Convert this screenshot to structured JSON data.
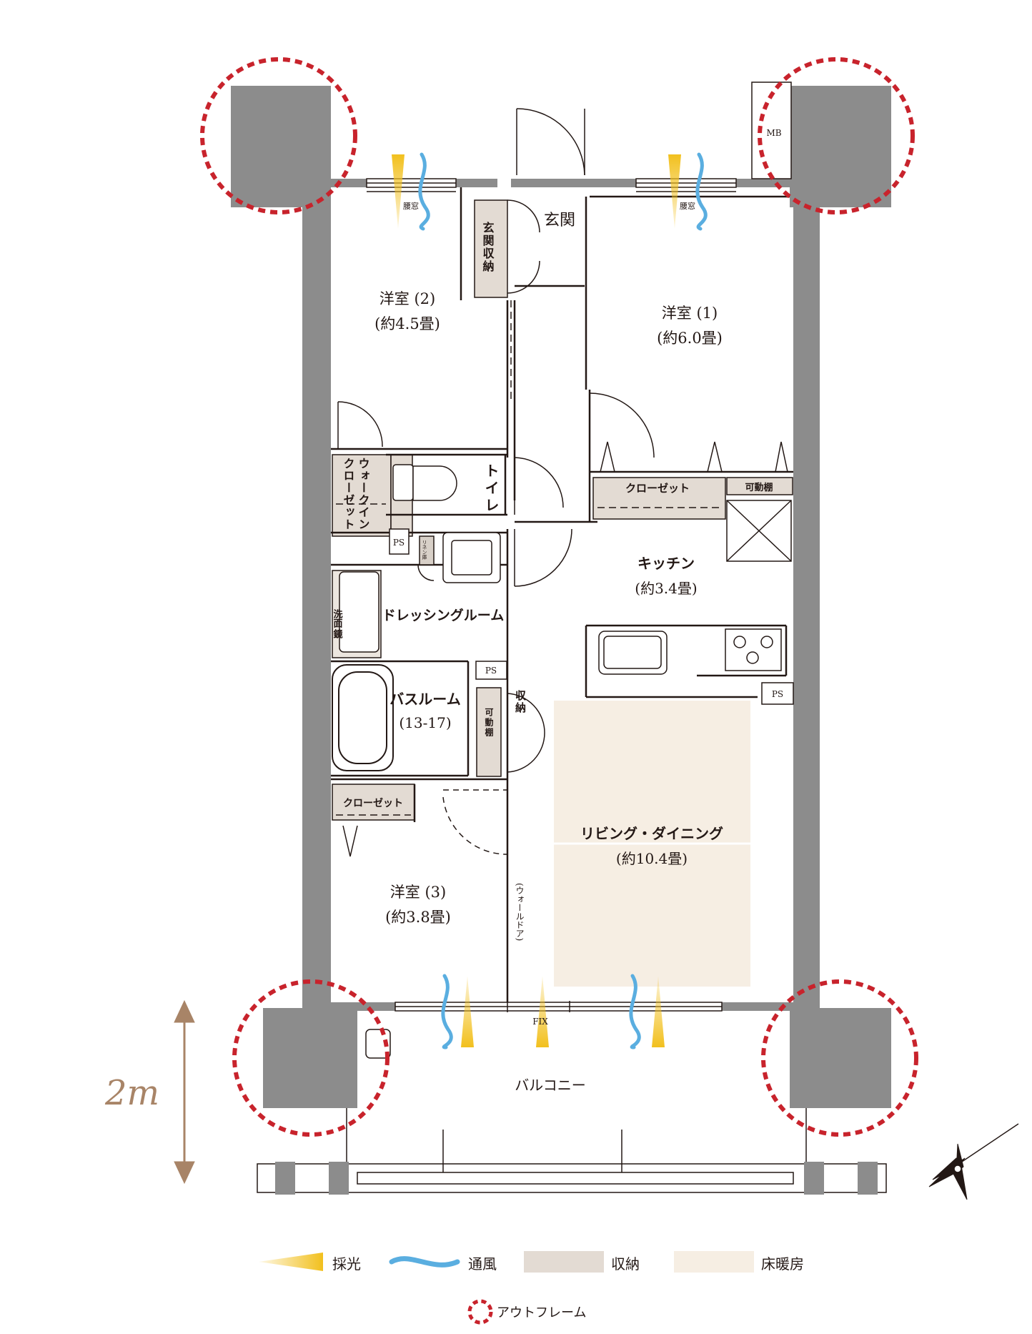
{
  "colors": {
    "wall": "#8c8c8c",
    "wall_dark": "#595757",
    "storage": "#e3dbd3",
    "floor_heating": "#f6eee3",
    "light": "#f2c01d",
    "wind": "#5aaee0",
    "outframe": "#c8232c",
    "scale": "#a88467",
    "line": "#231815"
  },
  "rooms": {
    "western2_name": "洋室 (2)",
    "western2_size": "(約4.5畳)",
    "western1_name": "洋室 (1)",
    "western1_size": "(約6.0畳)",
    "western3_name": "洋室 (3)",
    "western3_size": "(約3.8畳)",
    "entrance": "玄関",
    "entrance_storage": "玄関収納",
    "walkin_closet_a": "ウォークイン",
    "walkin_closet_b": "クローゼット",
    "toilet": "トイレ",
    "dressing": "ドレッシングルーム",
    "bathroom": "バスルーム",
    "bathroom_size": "(13-17)",
    "kitchen": "キッチン",
    "kitchen_size": "(約3.4畳)",
    "living": "リビング・ダイニング",
    "living_size": "(約10.4畳)",
    "balcony": "バルコニー",
    "closet1": "クローゼット",
    "closet3": "クローゼット",
    "movable_shelf": "可動棚",
    "movable_shelf_v": "可動棚",
    "storage_v": "収納",
    "ps": "PS",
    "mb": "MB",
    "waist_window": "腰窓",
    "fix": "FIX",
    "wall_door": "(ウォールドア)",
    "mirror": "鏡",
    "wash": "洗面",
    "linen": "リネン庫"
  },
  "scale": {
    "label": "2m"
  },
  "legend": {
    "light": "採光",
    "wind": "通風",
    "storage": "収納",
    "floor_heating": "床暖房",
    "outframe": "アウトフレーム"
  }
}
